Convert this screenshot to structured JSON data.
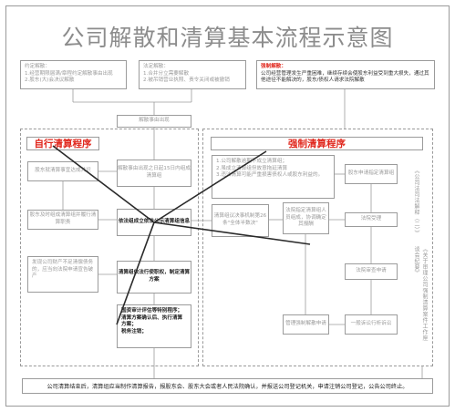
{
  "title": "公司解散和清算基本流程示意图",
  "boxes": {
    "agreed_title": "约定解散：",
    "agreed_1": "1.经营期限届满/章程约定解散事由出现",
    "agreed_2": "2.股东(大)会决议解散",
    "statutory_title": "法定解散：",
    "statutory_1": "1.合并分立需要解散",
    "statutory_2": "2.被吊销营业执照、责令关闭或被撤销",
    "judicial_title": "强制解散：",
    "judicial_body": "公司经营管理发生严重困难，继续存续会使股东利益受到重大损失，通过其他途径不能解决的，股东/债权人请求法院解散",
    "dissolution_cause": "解散事由出现",
    "self_header": "自行清算程序",
    "forced_header": "强制清算程序",
    "forced_conditions": "1.公司解散逾期不成立清算组；\n2.虽成立清算组但故意拖延清算\n3.违法清算可能严重损害债权人或股东利益的。",
    "shareholders_fail": "股东就清算事宜达成共识",
    "within_15": "解散事由出现之日起15日内组成清算组",
    "shareholders_form": "股东及时组成清算组并履行清算职责",
    "form_group": "依法组成立依法公示清算组信息",
    "apply": "股东申请指定清算组",
    "court_accept": "法院受理",
    "court_designate": "法院指定清算组人员组成，协调确定其报酬",
    "group_plan": "清算组议决事机制第26条\"全体半数决\"",
    "found_insufficient": "发现公司财产不足清偿债务的，应当向法院申请宣告破产",
    "exercise": "清算组依法行使职权，制定清算方案",
    "court_review": "法院审查申请",
    "state_assets": "国资审计评估等特别程序；\n清算方案确认后、执行清算方案；\n税务注销；",
    "general_litigation": "一般诉讼行析诉讼",
    "apply_liquidation": "管理强制解散申请",
    "side_1": "《公司法司法解释（二）》",
    "side_2": "《关于审理公司强制清算案件工作座谈会纪要》",
    "bottom": "公司清算结束后，清算组应当制作清算报告，报股东会、股东大会或者人民法院确认，并报送公司登记机关，申请注销公司登记，公告公司终止。"
  }
}
